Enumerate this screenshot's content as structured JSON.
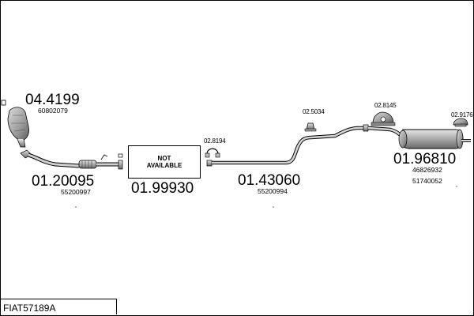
{
  "parts": {
    "catalyst": {
      "number": "04.4199",
      "oe": "60802079"
    },
    "front_pipe": {
      "number": "01.20095",
      "oe": "55200997"
    },
    "center_section": {
      "number": "01.99930"
    },
    "not_available": {
      "line1": "NOT",
      "line2": "AVAILABLE"
    },
    "clamp": {
      "number": "02.8194"
    },
    "middle_pipe": {
      "number": "01.43060",
      "oe": "55200994"
    },
    "hanger_1": {
      "number": "02.5034"
    },
    "hanger_2": {
      "number": "02.8145"
    },
    "hanger_3": {
      "number": "02.9176"
    },
    "rear_silencer": {
      "number": "01.96810",
      "oe1": "46826932",
      "oe2": "51740052"
    }
  },
  "footer": {
    "code": "FIAT57189A"
  }
}
